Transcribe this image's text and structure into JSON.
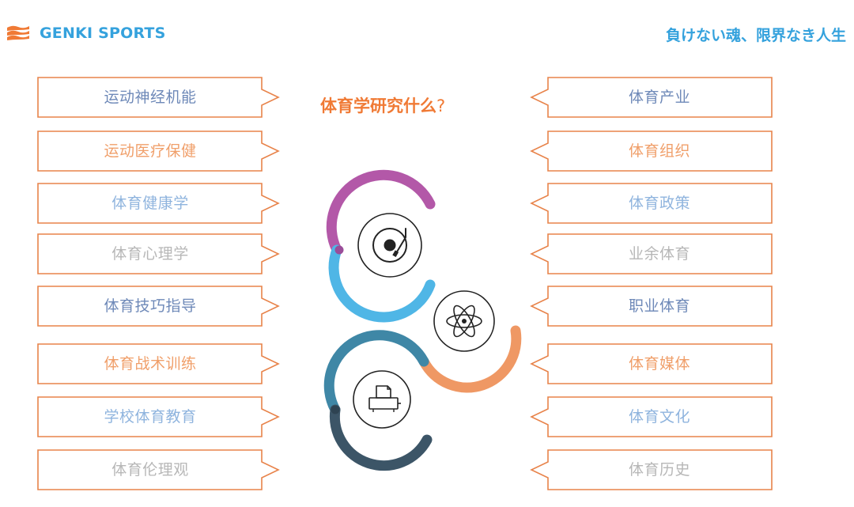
{
  "header": {
    "brand_name": "GENKI SPORTS",
    "slogan": "負けない魂、限界なき人生"
  },
  "title": {
    "text": "体育学研究什么",
    "qmark": "?"
  },
  "colors": {
    "outline": "#e8834a",
    "brand_blue": "#35a2dd",
    "question_orange": "#f07a35",
    "arc_purple": "#b358a8",
    "arc_blue": "#4fb6e6",
    "arc_orange": "#ef9864",
    "arc_teal": "#3f87a6",
    "arc_navy": "#3c5567"
  },
  "left_items": [
    {
      "label": "运动神经机能",
      "color": "#6e89b8"
    },
    {
      "label": "运动医疗保健",
      "color": "#f09f6a"
    },
    {
      "label": "体育健康学",
      "color": "#8fb4de"
    },
    {
      "label": "体育心理学",
      "color": "#b7b7b7"
    },
    {
      "label": "体育技巧指导",
      "color": "#6e89b8"
    },
    {
      "label": "体育战术训练",
      "color": "#f09f6a"
    },
    {
      "label": "学校体育教育",
      "color": "#8fb4de"
    },
    {
      "label": "体育伦理观",
      "color": "#b7b7b7"
    }
  ],
  "right_items": [
    {
      "label": "体育产业",
      "color": "#6e89b8"
    },
    {
      "label": "体育组织",
      "color": "#f09f6a"
    },
    {
      "label": "体育政策",
      "color": "#8fb4de"
    },
    {
      "label": "业余体育",
      "color": "#b7b7b7"
    },
    {
      "label": "职业体育",
      "color": "#6e89b8"
    },
    {
      "label": "体育媒体",
      "color": "#f09f6a"
    },
    {
      "label": "体育文化",
      "color": "#8fb4de"
    },
    {
      "label": "体育历史",
      "color": "#b7b7b7"
    }
  ],
  "icons": {
    "top": "record-player-icon",
    "middle": "atom-icon",
    "bottom": "printer-icon"
  }
}
